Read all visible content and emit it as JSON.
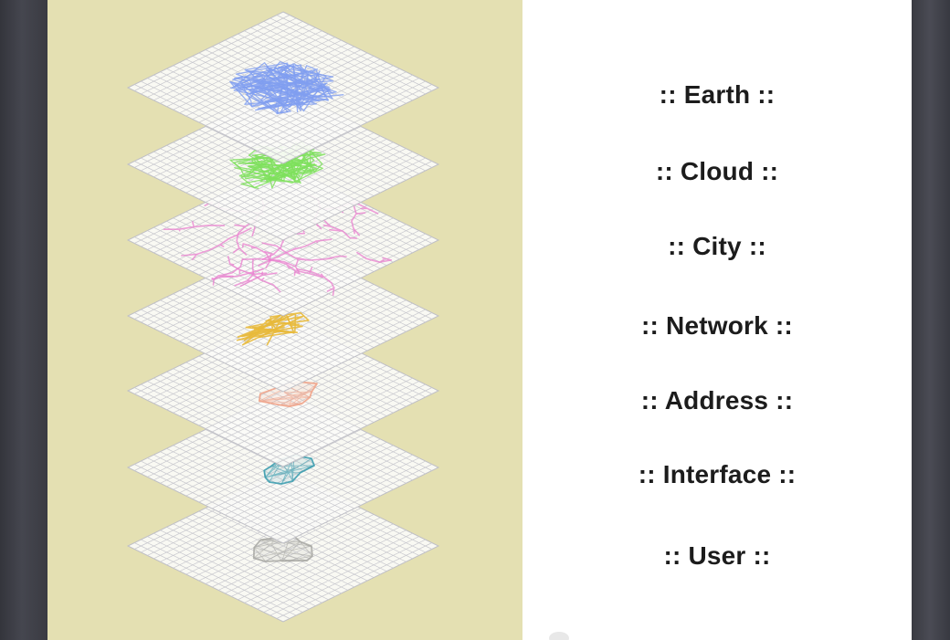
{
  "layers": [
    {
      "label": ":: Earth ::",
      "color": "#7f9ef0",
      "shape": "scribble-blob"
    },
    {
      "label": ":: Cloud ::",
      "color": "#7ee05c",
      "shape": "scribble-patch"
    },
    {
      "label": ":: City ::",
      "color": "#ea7fcf",
      "shape": "branching-lines"
    },
    {
      "label": ":: Network ::",
      "color": "#e8b93a",
      "shape": "small-network"
    },
    {
      "label": ":: Address ::",
      "color": "#f0a58c",
      "shape": "mesh-outline"
    },
    {
      "label": ":: Interface ::",
      "color": "#3f9fb0",
      "shape": "mesh-outline"
    },
    {
      "label": ":: User ::",
      "color": "#a5a5a0",
      "shape": "mesh-outline"
    }
  ],
  "colors": {
    "left_background": "#e4e0b2",
    "plane_fill": "#fbfbf8",
    "grid_line": "#c8c8ce",
    "slide_background": "#ffffff",
    "frame": "#3b3c44"
  }
}
